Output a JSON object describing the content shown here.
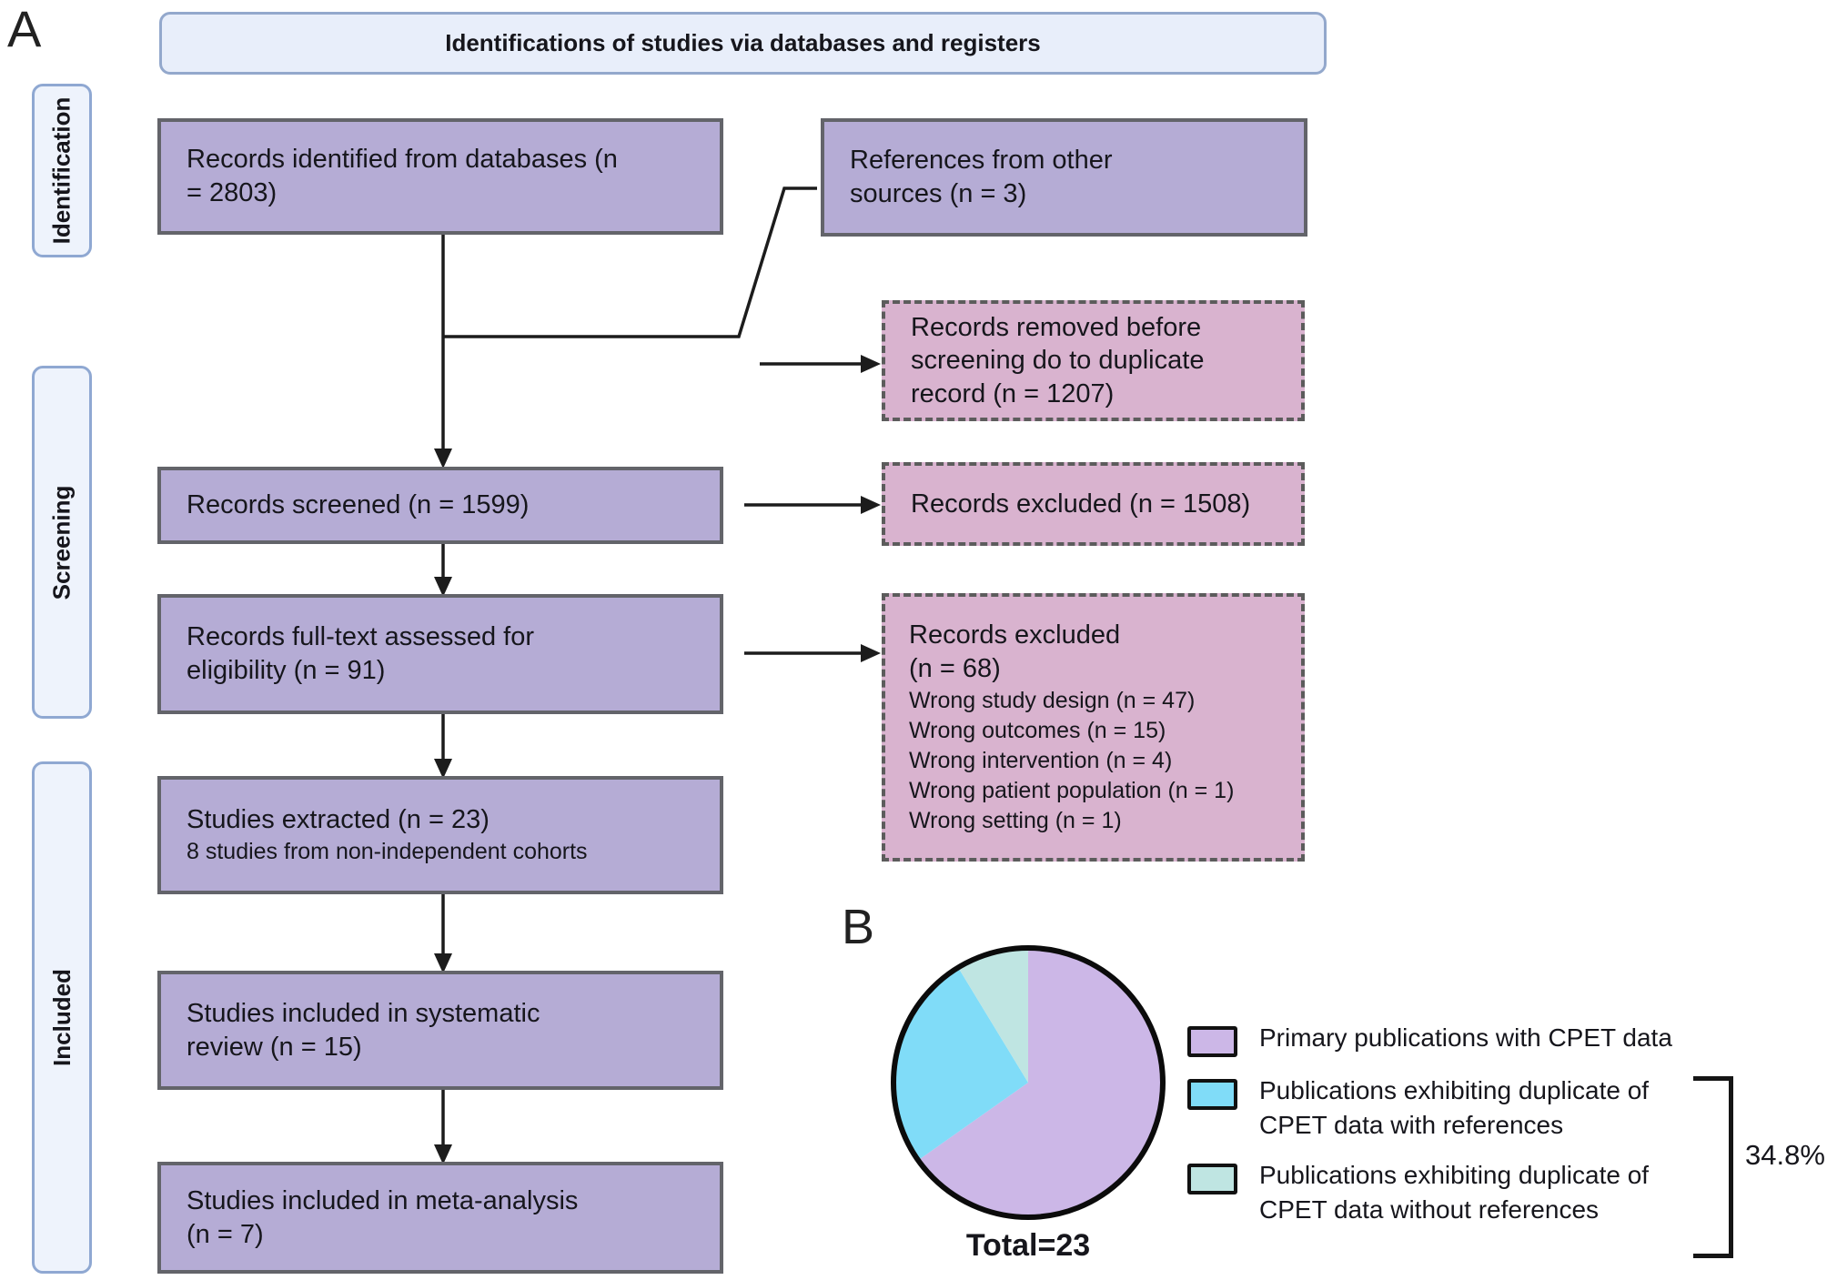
{
  "panel_a": {
    "label": "A",
    "title": "Identifications of studies via databases and registers",
    "stages": [
      {
        "label": "Identification"
      },
      {
        "label": "Screening"
      },
      {
        "label": "Included"
      }
    ],
    "boxes": {
      "identified": "Records identified from databases (n\n= 2803)",
      "references": "References from other\nsources (n = 3)",
      "removed_before_screening": "Records removed before\nscreening do to duplicate\nrecord (n = 1207)",
      "screened": "Records screened (n = 1599)",
      "excluded_screening": "Records excluded (n = 1508)",
      "fulltext": "Records full-text assessed for\neligibility (n = 91)",
      "excluded_fulltext_title": "Records excluded\n(n = 68)",
      "excluded_fulltext_reasons": "Wrong study design (n = 47)\nWrong outcomes (n = 15)\nWrong intervention (n = 4)\nWrong patient population (n = 1)\nWrong setting (n = 1)",
      "extracted_main": "Studies extracted (n = 23)",
      "extracted_sub": "8 studies from non-independent cohorts",
      "systematic_review": "Studies included in systematic\nreview (n = 15)",
      "meta_analysis": "Studies included in meta-analysis\n(n = 7)"
    }
  },
  "panel_b": {
    "label": "B",
    "total_label": "Total=23",
    "annotation": "34.8%"
  },
  "chart_data": {
    "type": "pie",
    "title": "Total=23",
    "labels": [
      "Primary publications with CPET data",
      "Publications exhibiting duplicate of\nCPET data with references",
      "Publications exhibiting duplicate of\nCPET data without references"
    ],
    "values": [
      15,
      6,
      2
    ],
    "percentages": [
      65.2,
      26.1,
      8.7
    ],
    "colors": [
      "#ccb7e7",
      "#80dcf8",
      "#bfe5e2"
    ],
    "annotation": "34.8%",
    "start_angle": "12-oclock",
    "direction": "clockwise",
    "legend_position": "right"
  },
  "colors": {
    "purple_box_fill": "#b5acd5",
    "box_border_gray": "#63646a",
    "pink_box_fill": "#d9b3cf",
    "pink_border_dashed": "#5c5c5c",
    "stage_fill": "#eef3fc",
    "stage_border": "#8fa8d2",
    "header_fill": "#e8eefa",
    "header_border": "#93a8cc",
    "arrow": "#1c1c1c",
    "pie_outline": "#0b0b0b"
  }
}
